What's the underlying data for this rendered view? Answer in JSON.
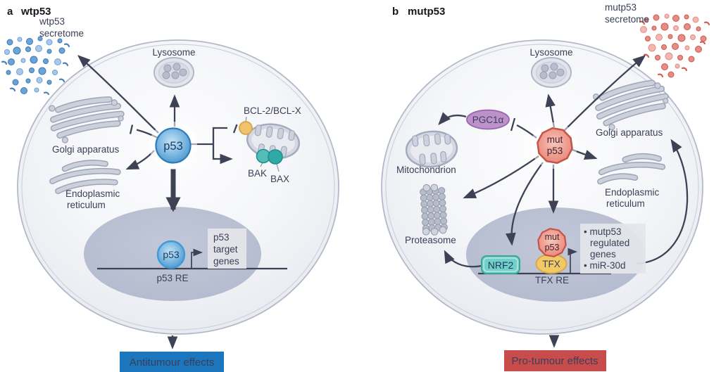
{
  "colors": {
    "antitumour_box": "#1b76bd",
    "protumour_box": "#c94c4c",
    "bcl2_circle": "#eec36c",
    "bak_circle": "#55bdb9",
    "bax_circle": "#2fa8a6",
    "pgc1a_oval": "#bd92cb",
    "tfx_oval": "#f1c967",
    "nrf2_box": "#72d0c8"
  },
  "panel_a": {
    "letter": "a",
    "title": "wtp53",
    "secretome": {
      "line1": "wtp53",
      "line2": "secretome"
    },
    "lysosome": "Lysosome",
    "golgi": "Golgi apparatus",
    "er": {
      "line1": "Endoplasmic",
      "line2": "reticulum"
    },
    "p53": "p53",
    "bcl": "BCL-2/BCL-X",
    "bak": "BAK",
    "bax": "BAX",
    "nuclear_p53": "p53",
    "re": "p53 RE",
    "genes": {
      "line1": "p53",
      "line2": "target",
      "line3": "genes"
    },
    "effect": "Antitumour effects"
  },
  "panel_b": {
    "letter": "b",
    "title": "mutp53",
    "secretome": {
      "line1": "mutp53",
      "line2": "secretome"
    },
    "lysosome": "Lysosome",
    "pgc1a": "PGC1α",
    "mitochondrion": "Mitochondrion",
    "golgi": "Golgi apparatus",
    "er": {
      "line1": "Endoplasmic",
      "line2": "reticulum"
    },
    "mutp53": {
      "line1": "mut",
      "line2": "p53"
    },
    "proteasome": "Proteasome",
    "nrf2": "NRF2",
    "tfx": "TFX",
    "nuclear_mutp53": {
      "line1": "mut",
      "line2": "p53"
    },
    "re": "TFX RE",
    "genes": {
      "line1": "• mutp53",
      "line2": "regulated",
      "line3": "genes",
      "line4": "• miR-30d"
    },
    "effect": "Pro-tumour effects"
  }
}
